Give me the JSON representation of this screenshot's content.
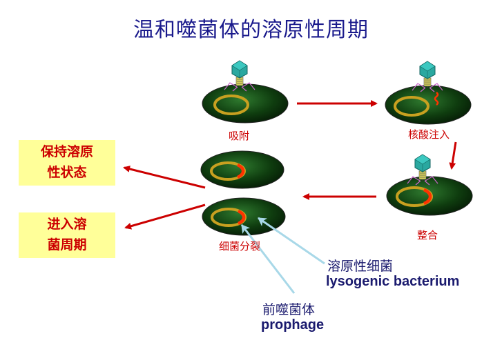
{
  "title": "温和噬菌体的溶原性周期",
  "stages": {
    "adsorption": "吸附",
    "injection": "核酸注入",
    "integration": "整合",
    "division": "细菌分裂"
  },
  "outcomes": {
    "maintain": [
      "保持溶原",
      "性状态"
    ],
    "lytic": [
      "进入溶",
      "菌周期"
    ]
  },
  "annotations": {
    "lysogen_cn": "溶原性细菌",
    "lysogen_en": "lysogenic bacterium",
    "prophage_cn": "前噬菌体",
    "prophage_en": "prophage"
  },
  "colors": {
    "title": "#1a1a8c",
    "label": "#cc0000",
    "box_fill": "#ffff99",
    "cell": "#0f3d0f",
    "ring": "#c8a020",
    "dna": "#ff3300",
    "arrow": "#cc0000",
    "pointer": "#a8d8e8",
    "phage_head": "#2aa8a0"
  }
}
